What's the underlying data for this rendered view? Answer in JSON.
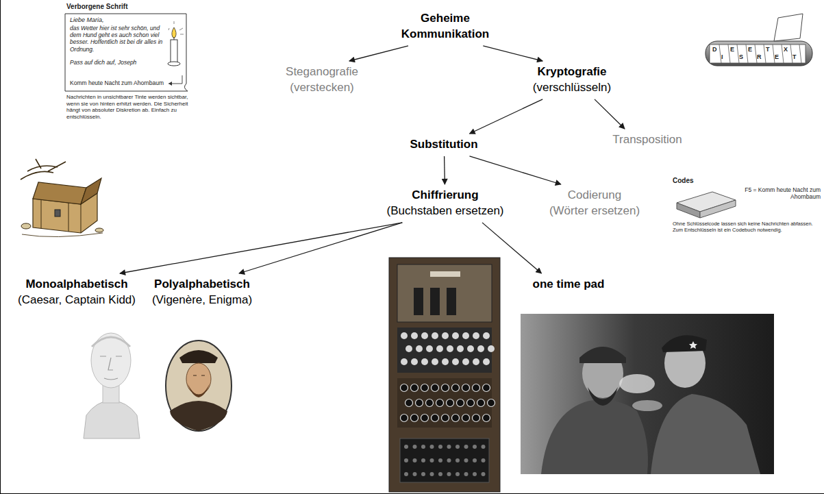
{
  "diagram": {
    "nodes": [
      {
        "text": [
          "Geheime Kommunikation"
        ]
      },
      {
        "text": [
          "Steganografie",
          "(verstecken)"
        ]
      },
      {
        "text": [
          "Kryptografie",
          "(verschlüsseln)"
        ]
      },
      {
        "text": [
          "Substitution"
        ]
      },
      {
        "text": [
          "Transposition"
        ]
      },
      {
        "text": [
          "Chiffrierung",
          "(Buchstaben ersetzen)"
        ]
      },
      {
        "text": [
          "Codierung",
          "(Wörter ersetzen)"
        ]
      },
      {
        "text": [
          "Monoalphabetisch",
          "(Caesar, Captain Kidd)"
        ]
      },
      {
        "text": [
          "Polyalphabetisch",
          "(Vigenère, Enigma)"
        ]
      },
      {
        "text": [
          "one time pad"
        ]
      }
    ],
    "edges": [
      {
        "from": 0,
        "to": 1,
        "arrow": "to"
      },
      {
        "from": 0,
        "to": 2,
        "arrow": "to"
      },
      {
        "from": 2,
        "to": 3,
        "arrow": "to"
      },
      {
        "from": 2,
        "to": 4,
        "arrow": "to"
      },
      {
        "from": 3,
        "to": 5,
        "arrow": "to"
      },
      {
        "from": 3,
        "to": 6,
        "arrow": "to"
      },
      {
        "from": 5,
        "to": 7,
        "arrow": "to"
      },
      {
        "from": 5,
        "to": 8,
        "arrow": "to"
      },
      {
        "from": 5,
        "to": 9,
        "arrow": "to"
      }
    ],
    "labels": [
      "Verborgene Schrift",
      "Liebe Maria,",
      "das Wetter hier ist sehr schön, und dem Hund geht es auch schon viel besser. Hoffentlich ist bei dir alles in Ordnung.",
      "Pass auf dich auf, Joseph",
      "Komm heute Nacht zum Ahornbaum",
      "Nachrichten in unsichtbarer Tinte werden sichtbar, wenn sie von hinten erhitzt werden. Die Sicherheit hängt von absoluter Diskretion ab. Einfach zu entschlüsseln.",
      "Codes",
      "F5 = Komm heute Nacht zum Ahornbaum",
      "Ohne Schlüsselcode lassen sich keine Nachrichten abfassen. Zum Entschlüsseln ist ein Codebuch notwendig.",
      "D",
      "I",
      "E",
      "S",
      "E",
      "R",
      "T",
      "E",
      "X",
      "T"
    ]
  }
}
